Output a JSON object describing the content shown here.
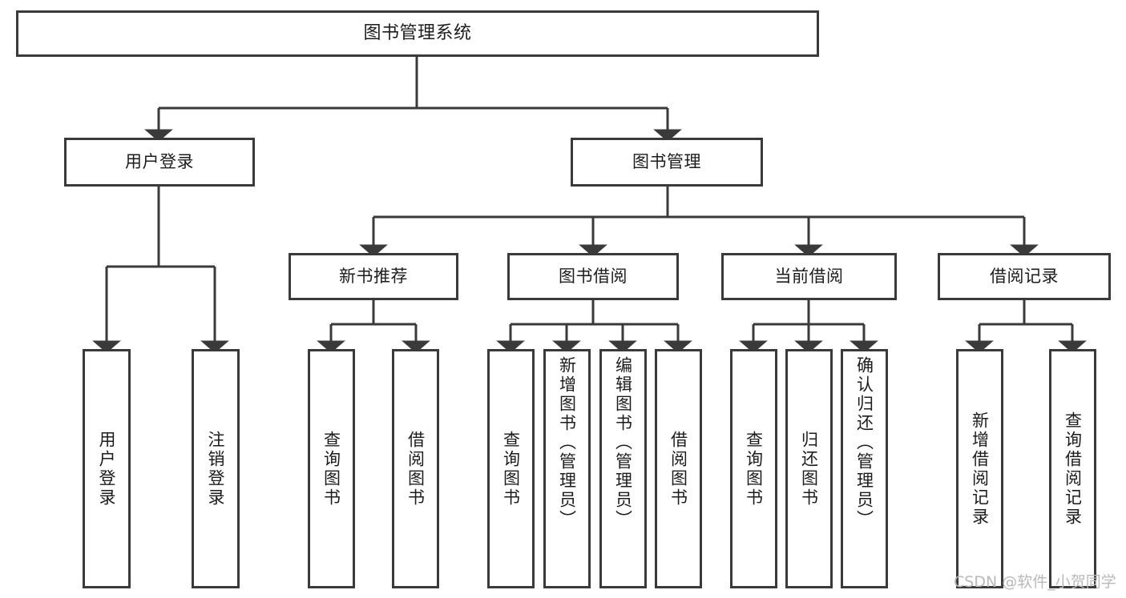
{
  "diagram": {
    "title": "图书管理系统",
    "type": "tree",
    "watermark": "CSDN @软件_小贺同学",
    "colors": {
      "stroke": "#3a3a3a",
      "fill": "#ffffff",
      "text": "#1c1c1c",
      "watermark": "#b9b9b9"
    },
    "levels": {
      "root": {
        "label": "图书管理系统"
      },
      "level2": [
        {
          "label": "用户登录"
        },
        {
          "label": "图书管理"
        }
      ],
      "level3": [
        {
          "label": "新书推荐"
        },
        {
          "label": "图书借阅"
        },
        {
          "label": "当前借阅"
        },
        {
          "label": "借阅记录"
        }
      ],
      "leaves": [
        {
          "label": "用户登录",
          "parent": "用户登录"
        },
        {
          "label": "注销登录",
          "parent": "用户登录"
        },
        {
          "label": "查询图书",
          "parent": "新书推荐"
        },
        {
          "label": "借阅图书",
          "parent": "新书推荐"
        },
        {
          "label": "查询图书",
          "parent": "图书借阅"
        },
        {
          "label": "新增图书（管理员）",
          "parent": "图书借阅"
        },
        {
          "label": "编辑图书（管理员）",
          "parent": "图书借阅"
        },
        {
          "label": "借阅图书",
          "parent": "图书借阅"
        },
        {
          "label": "查询图书",
          "parent": "当前借阅"
        },
        {
          "label": "归还图书",
          "parent": "当前借阅"
        },
        {
          "label": "确认归还（管理员）",
          "parent": "当前借阅"
        },
        {
          "label": "新增借阅记录",
          "parent": "借阅记录"
        },
        {
          "label": "查询借阅记录",
          "parent": "借阅记录"
        }
      ]
    }
  }
}
